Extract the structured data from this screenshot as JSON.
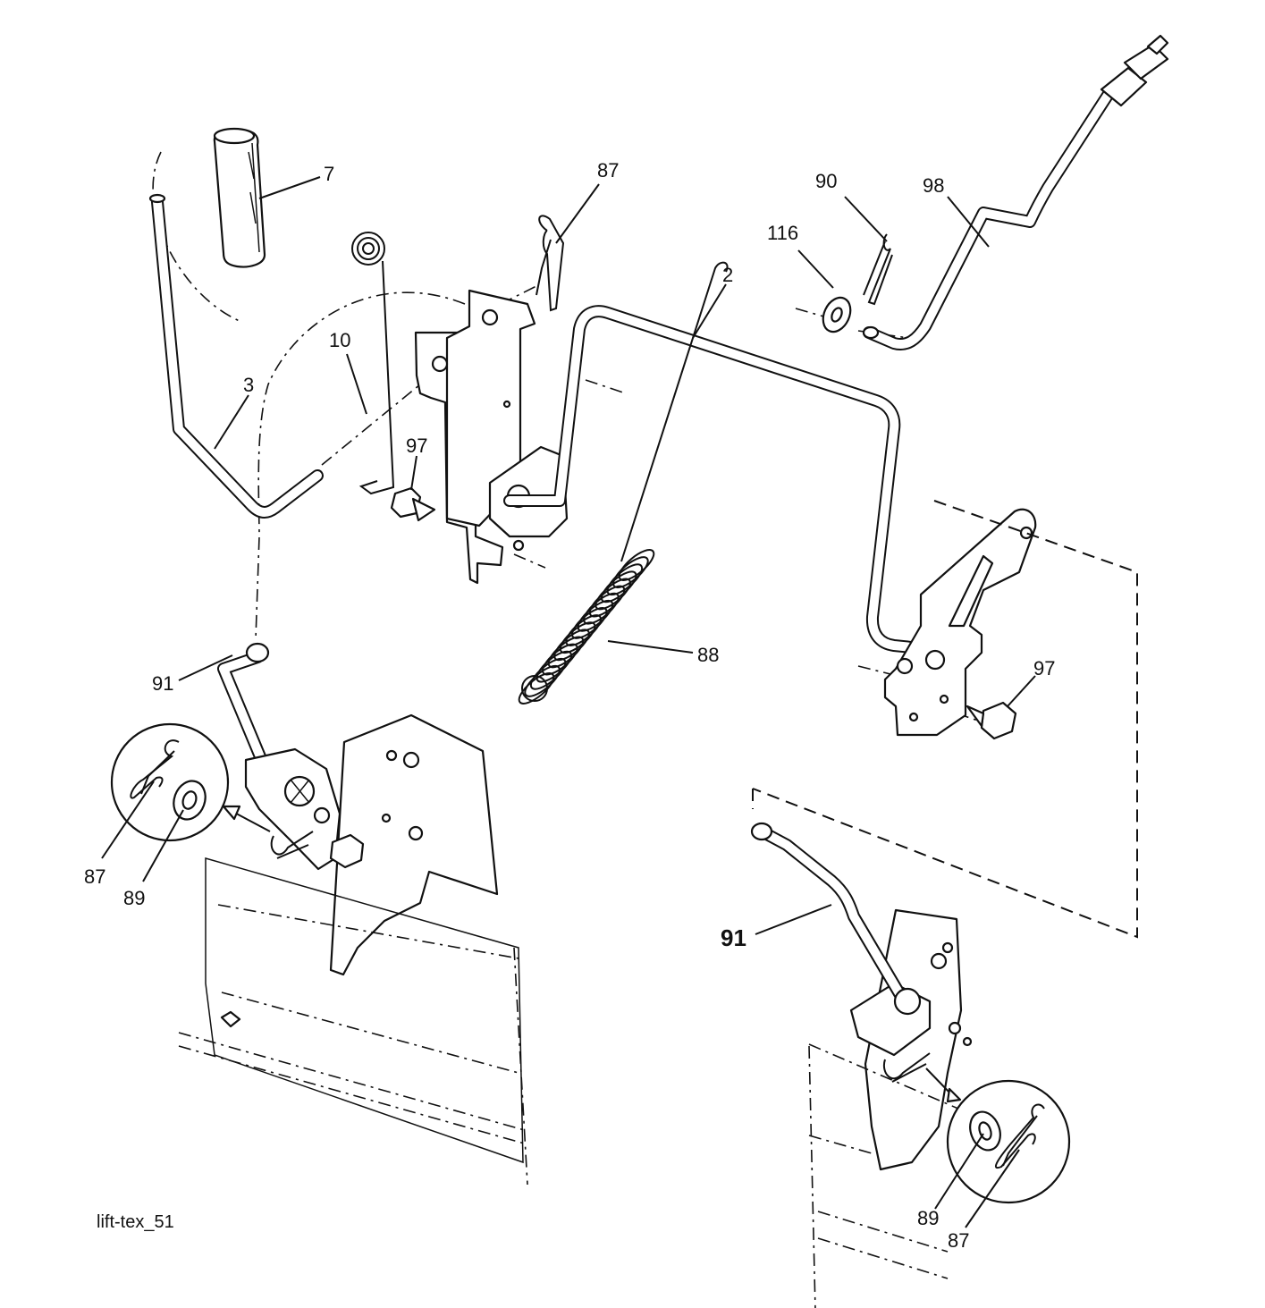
{
  "diagram": {
    "file_id": "lift-tex_51",
    "callouts": {
      "c2": "2",
      "c3": "3",
      "c7": "7",
      "c10": "10",
      "c87_top": "87",
      "c87_left": "87",
      "c87_right": "87",
      "c88": "88",
      "c89_left": "89",
      "c89_right": "89",
      "c90": "90",
      "c91_left": "91",
      "c91_right": "91",
      "c97_left": "97",
      "c97_right": "97",
      "c98": "98",
      "c116": "116"
    }
  }
}
